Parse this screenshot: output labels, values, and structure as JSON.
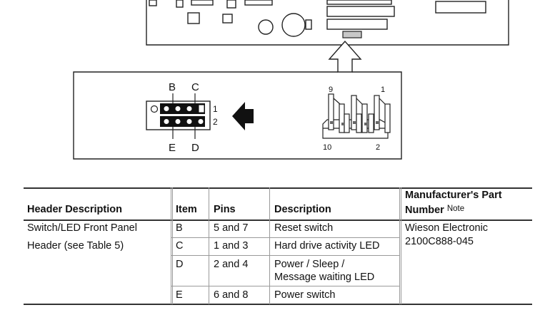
{
  "figure": {
    "connector_labels": {
      "top_left": "B",
      "top_right": "C",
      "bottom_left": "E",
      "bottom_right": "D"
    },
    "row_labels": {
      "row1": "1",
      "row2": "2"
    },
    "pin_labels": {
      "top_left": "9",
      "top_right": "1",
      "bottom_left": "10",
      "bottom_right": "2"
    }
  },
  "table": {
    "headers": {
      "header_description": "Header Description",
      "item": "Item",
      "pins": "Pins",
      "description": "Description",
      "manufacturer_line1": "Manufacturer's Part",
      "manufacturer_line2": "Number",
      "manufacturer_note": "Note"
    },
    "header_description_line1": "Switch/LED Front Panel",
    "header_description_line2": "Header (see Table 5)",
    "manufacturer_line1": "Wieson Electronic",
    "manufacturer_line2": "2100C888-045",
    "rows": [
      {
        "item": "B",
        "pins": "5 and 7",
        "description_line1": "Reset switch",
        "description_line2": ""
      },
      {
        "item": "C",
        "pins": "1 and 3",
        "description_line1": "Hard drive activity LED",
        "description_line2": ""
      },
      {
        "item": "D",
        "pins": "2 and 4",
        "description_line1": "Power / Sleep /",
        "description_line2": "Message waiting LED"
      },
      {
        "item": "E",
        "pins": "6 and 8",
        "description_line1": "Power switch",
        "description_line2": ""
      }
    ]
  }
}
